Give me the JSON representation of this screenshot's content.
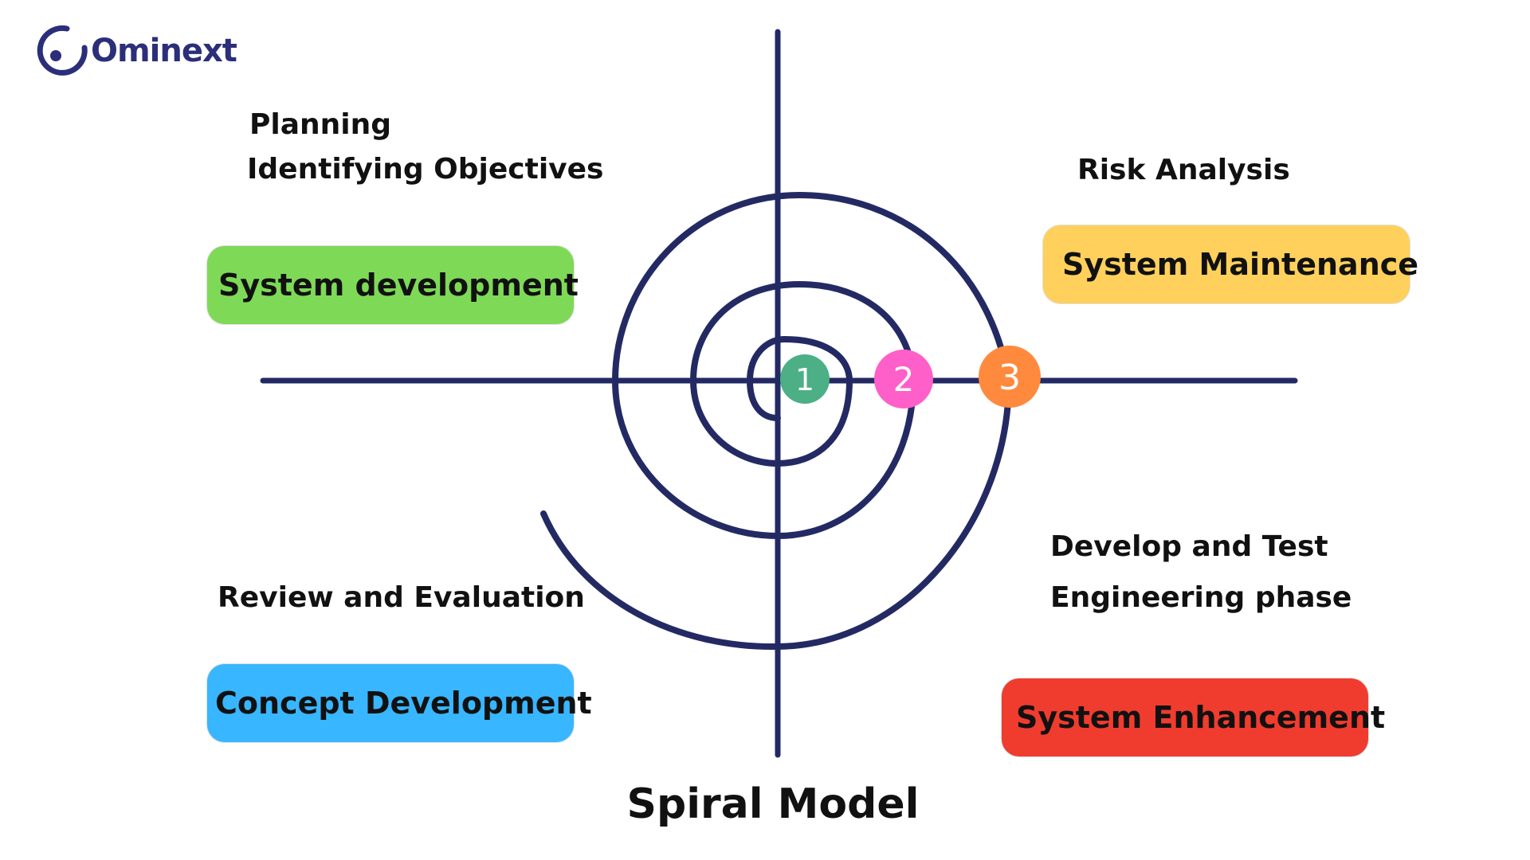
{
  "brand": {
    "logo_text": "Ominext",
    "logo_color": "#2b2f7a"
  },
  "colors": {
    "axis": "#232a63",
    "spiral": "#232a63",
    "text": "#111111"
  },
  "quadrants": {
    "top_left": {
      "labels": [
        "Planning",
        "Identifying Objectives"
      ],
      "box": {
        "text": "System development",
        "color": "#7ed957"
      }
    },
    "top_right": {
      "labels": [
        "Risk Analysis"
      ],
      "box": {
        "text": "System Maintenance",
        "color": "#ffd05b"
      }
    },
    "bottom_left": {
      "labels": [
        "Review and Evaluation"
      ],
      "box": {
        "text": "Concept Development",
        "color": "#38b6ff"
      }
    },
    "bottom_right": {
      "labels": [
        "Develop and Test",
        "Engineering phase"
      ],
      "box": {
        "text": "System Enhancement",
        "color": "#f03c2e"
      }
    }
  },
  "markers": [
    {
      "label": "1",
      "color": "#4caf85"
    },
    {
      "label": "2",
      "color": "#ff5fc9"
    },
    {
      "label": "3",
      "color": "#ff8a3d"
    }
  ],
  "title": "Spiral Model"
}
